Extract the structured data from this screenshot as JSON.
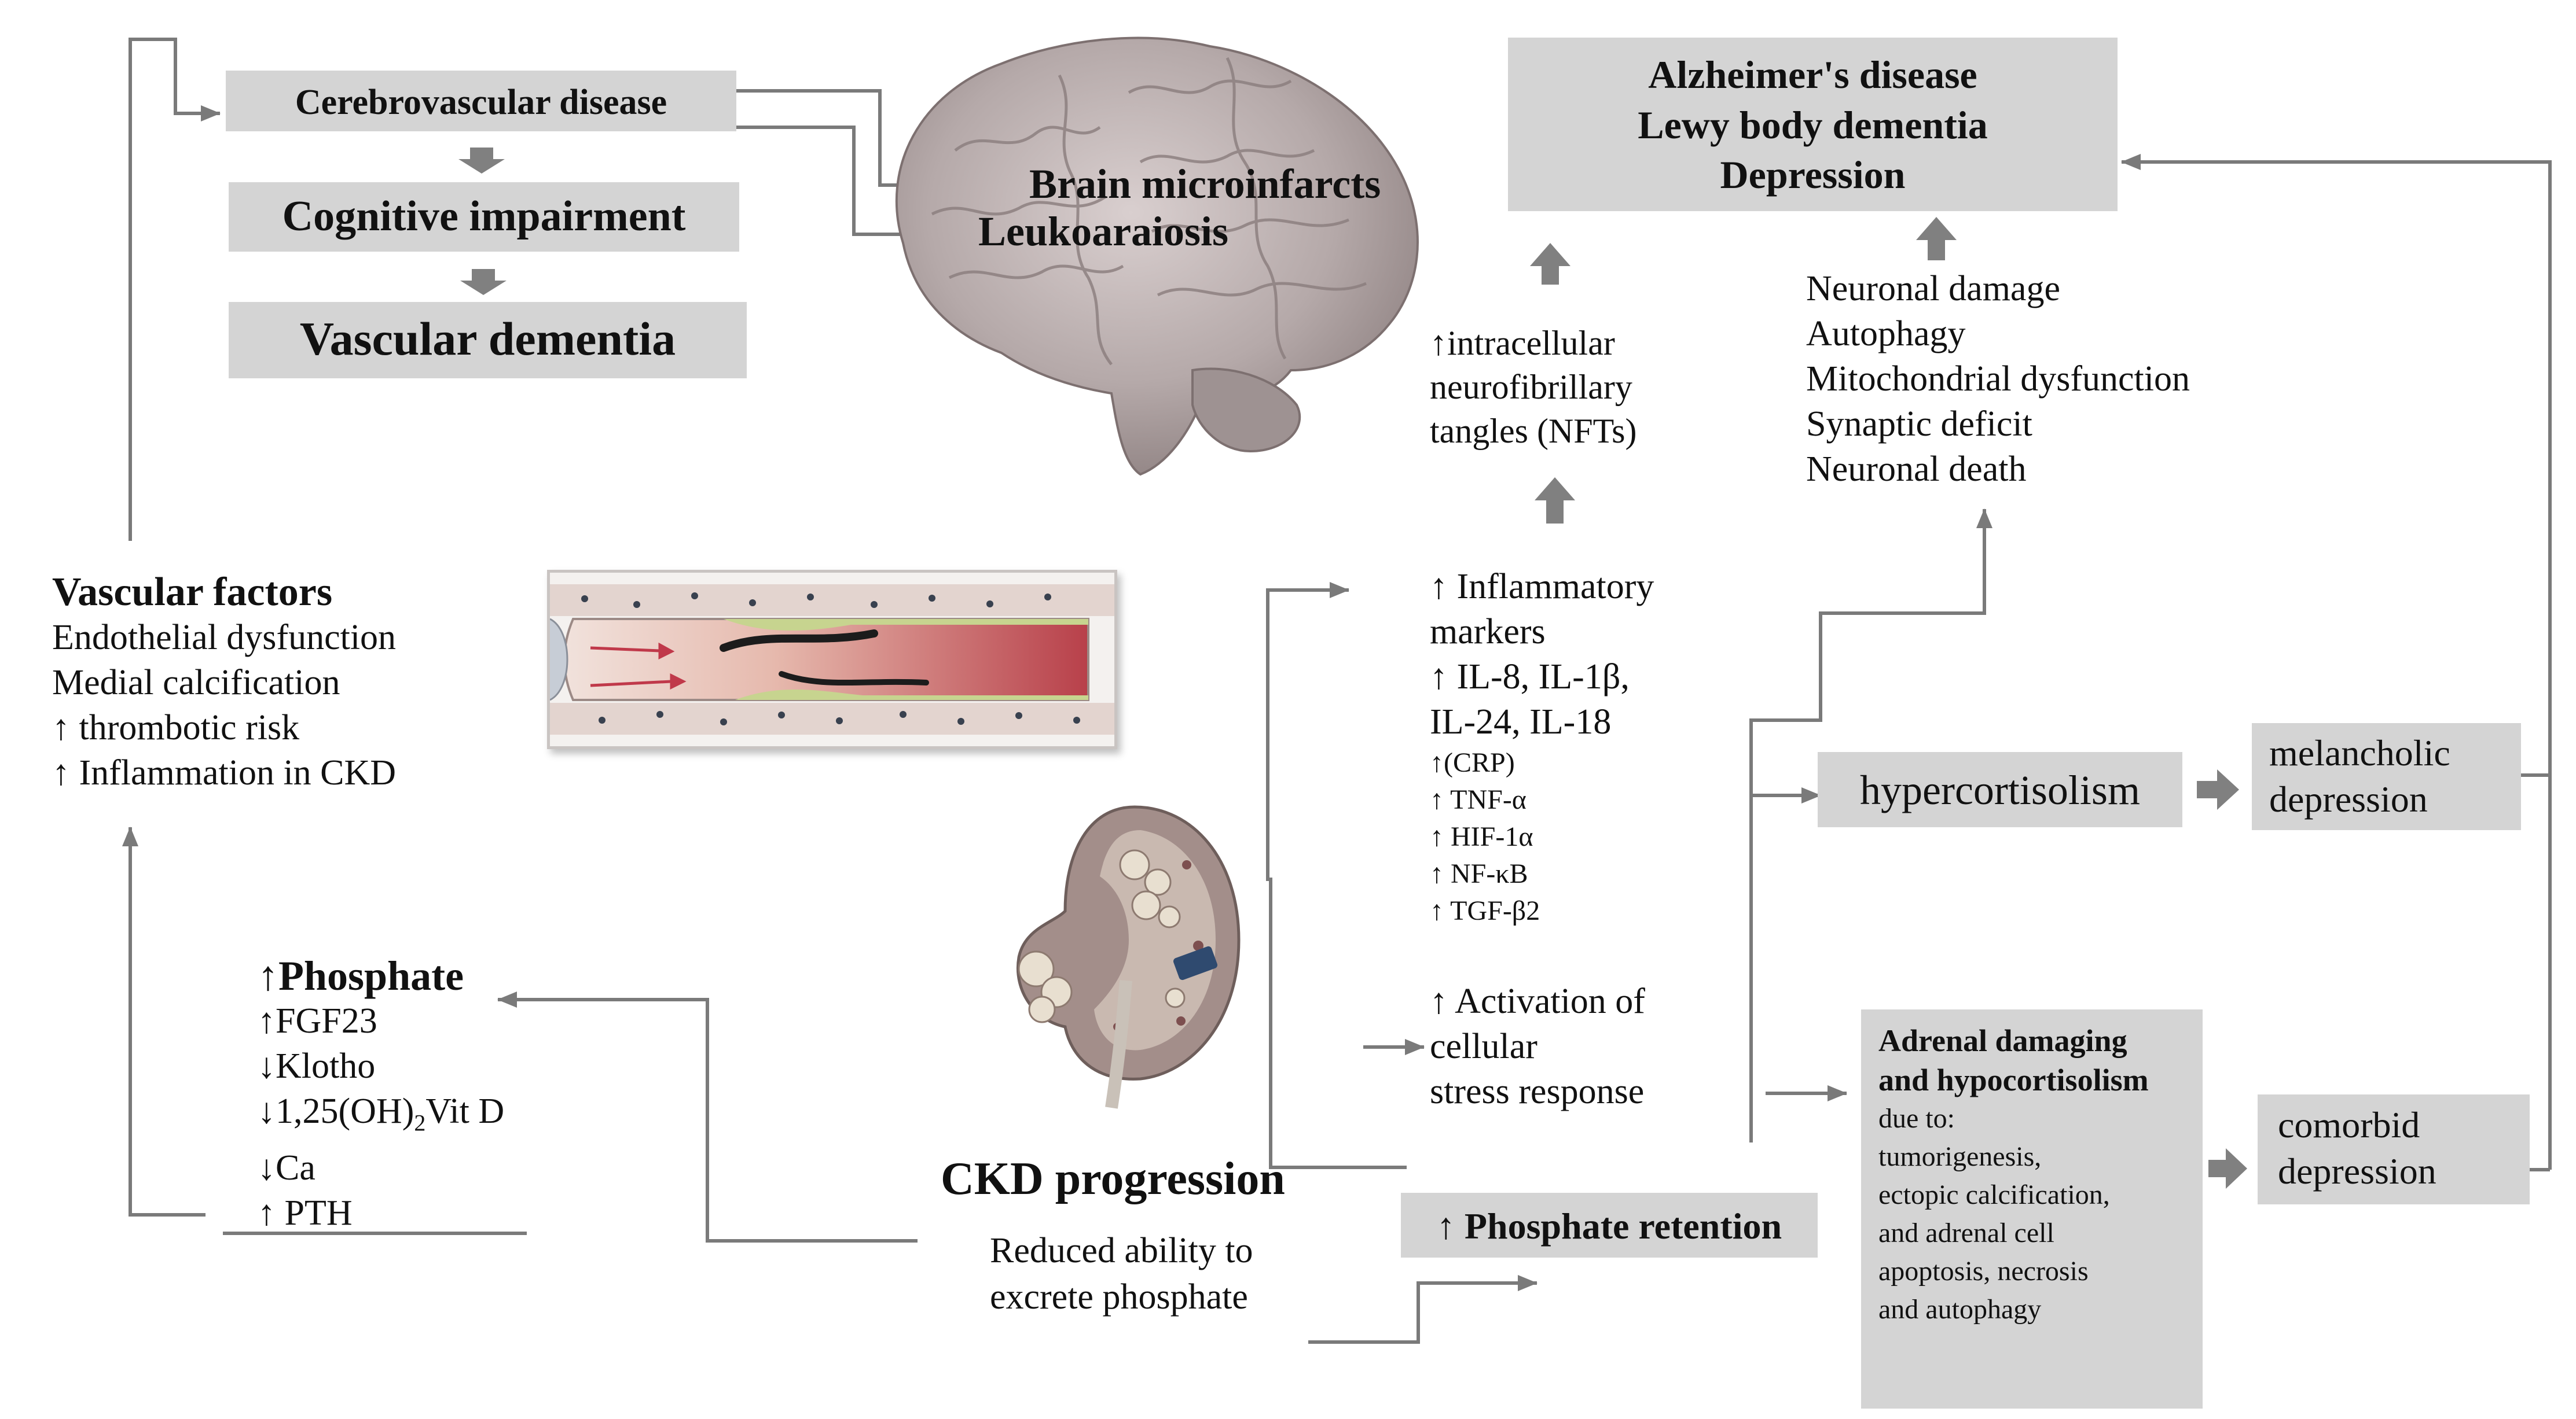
{
  "colors": {
    "box_fill": "#d4d4d4",
    "line": "#7a7a7a",
    "arrow_block": "#808080",
    "text": "#111111"
  },
  "boxes": {
    "cerebrovascular": "Cerebrovascular disease",
    "cognitive": "Cognitive impairment",
    "vascular_dementia": "Vascular dementia",
    "alz_lines": [
      "Alzheimer's disease",
      "Lewy body dementia",
      "Depression"
    ],
    "hypercortisolism": "hypercortisolism",
    "melancholic": [
      "melancholic",
      "depression"
    ],
    "comorbid": [
      "comorbid",
      "depression"
    ],
    "phosphate_retention": "↑ Phosphate retention",
    "adrenal": {
      "title_lines": [
        "Adrenal damaging",
        "and hypocortisolism"
      ],
      "body_lines": [
        "due to:",
        "tumorigenesis,",
        "ectopic  calcification,",
        "and adrenal cell",
        "apoptosis,  necrosis",
        "and autophagy"
      ]
    }
  },
  "brain_labels": {
    "microinfarcts": "Brain microinfarcts",
    "leukoaraiosis": "Leukoaraiosis"
  },
  "nft_lines": [
    "↑intracellular",
    "neurofibrillary",
    "tangles (NFTs)"
  ],
  "neuronal_lines": [
    "Neuronal damage",
    "Autophagy",
    "Mitochondrial dysfunction",
    "Synaptic deficit",
    "Neuronal death"
  ],
  "vascular": {
    "title": "Vascular factors",
    "items": [
      "Endothelial dysfunction",
      "Medial calcification",
      "↑ thrombotic risk",
      "↑ Inflammation in CKD"
    ]
  },
  "inflammatory": {
    "big_lines": [
      "↑ Inflammatory",
      "markers",
      "↑ IL-8, IL-1β,",
      "IL-24, IL-18"
    ],
    "small_lines": [
      "↑(CRP)",
      "↑ TNF-α",
      "↑ HIF-1α",
      "↑ NF-κB",
      "↑ TGF-β2"
    ]
  },
  "stress_lines": [
    "↑ Activation of",
    "cellular",
    "stress response"
  ],
  "phosphate": {
    "title": "↑Phosphate",
    "items": [
      "↑FGF23",
      "↓Klotho",
      "↓1,25(OH)",
      "2",
      "Vit D",
      "↓Ca",
      "↑ PTH"
    ]
  },
  "ckd": {
    "title": "CKD progression",
    "sub_lines": [
      "Reduced ability to",
      "excrete phosphate"
    ]
  }
}
